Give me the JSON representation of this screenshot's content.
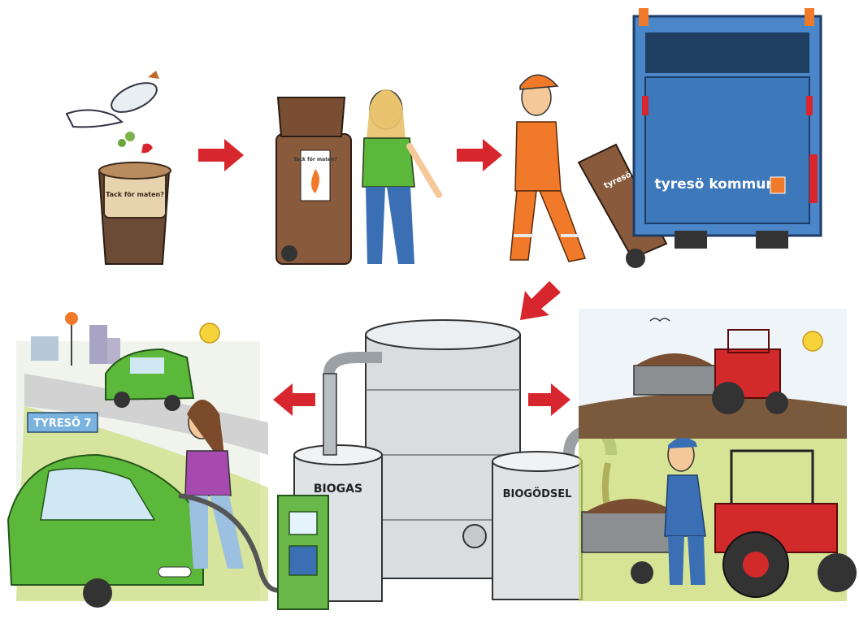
{
  "caddy_label": "Tack för maten?",
  "bin_label": "Tack för maten?",
  "truck_label": "tyresö kommun",
  "small_bin_label": "tyresö kommun",
  "road_sign": "TYRESÖ 7",
  "tank_left_label": "BIOGAS",
  "tank_right_label": "BIOGÖDSEL",
  "colors": {
    "arrow": "#d8262e",
    "truck_blue": "#4a86c8",
    "bin_brown": "#8a5a3c",
    "car_green": "#5cb83a",
    "tractor_red": "#d22a2a",
    "worker_orange": "#f07a2a",
    "tank_grey": "#d9dde0"
  },
  "icons": [
    "food-scraps",
    "compost-caddy",
    "brown-bin",
    "woman",
    "worker",
    "garbage-truck",
    "biogas-tank",
    "biofertilizer-tank",
    "biogas-pump",
    "green-car",
    "tractor",
    "farmer",
    "sun",
    "birds"
  ]
}
